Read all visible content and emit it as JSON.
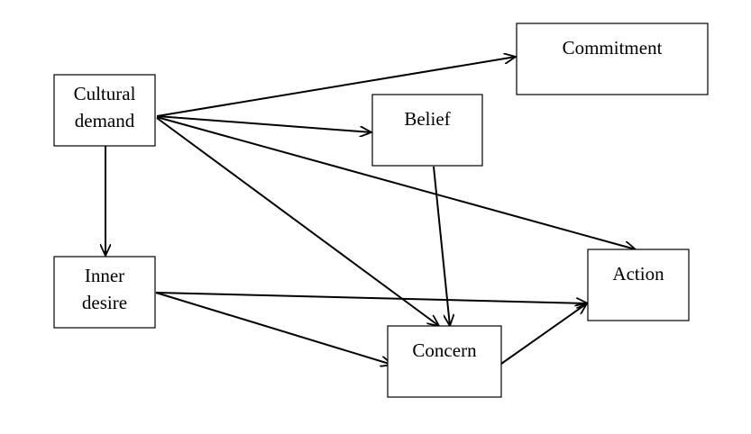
{
  "diagram": {
    "nodes": {
      "cultural_demand": {
        "line1": "Cultural",
        "line2": "demand"
      },
      "commitment": {
        "label": "Commitment"
      },
      "belief": {
        "label": "Belief"
      },
      "inner_desire": {
        "line1": "Inner",
        "line2": "desire"
      },
      "action": {
        "label": "Action"
      },
      "concern": {
        "label": "Concern"
      }
    },
    "edges": [
      {
        "from": "Cultural demand",
        "to": "Commitment"
      },
      {
        "from": "Cultural demand",
        "to": "Belief"
      },
      {
        "from": "Cultural demand",
        "to": "Action"
      },
      {
        "from": "Cultural demand",
        "to": "Concern"
      },
      {
        "from": "Cultural demand",
        "to": "Inner desire"
      },
      {
        "from": "Belief",
        "to": "Concern"
      },
      {
        "from": "Inner desire",
        "to": "Action"
      },
      {
        "from": "Inner desire",
        "to": "Concern"
      },
      {
        "from": "Concern",
        "to": "Action"
      }
    ],
    "colors": {
      "stroke": "#000000",
      "background": "#ffffff"
    }
  }
}
